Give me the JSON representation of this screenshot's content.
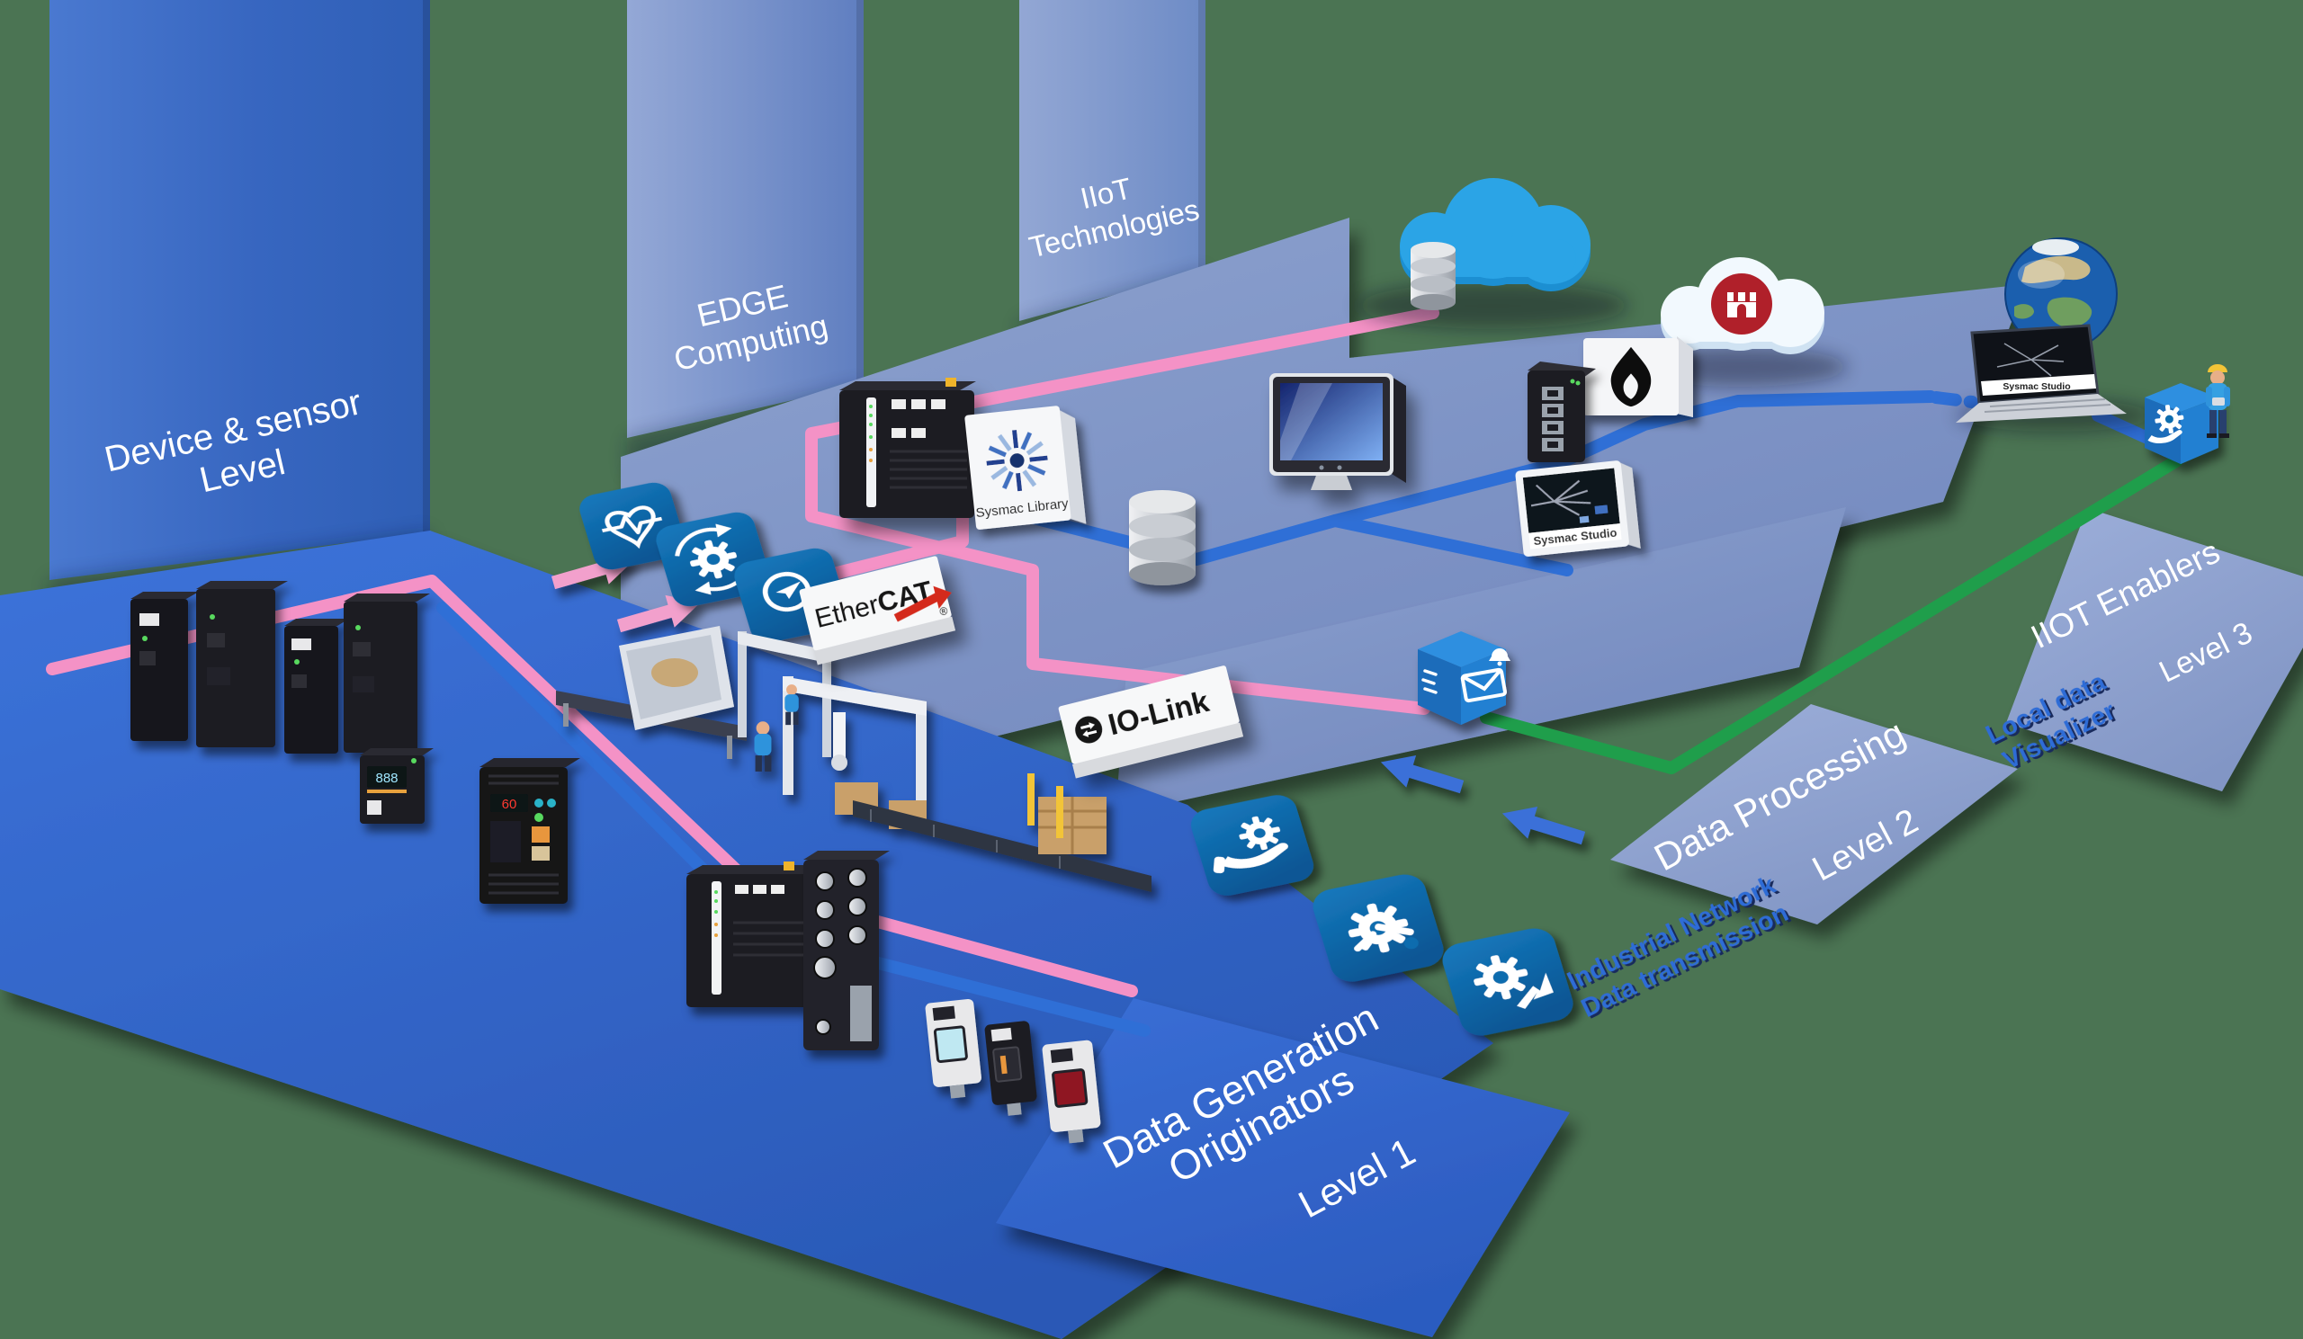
{
  "walls": {
    "wall1": {
      "line1": "Device & sensor",
      "line2": "Level"
    },
    "wall2": {
      "line1": "EDGE",
      "line2": "Computing"
    },
    "wall3": {
      "line1": "IIoT",
      "line2": "Technologies"
    }
  },
  "floors": {
    "level1": {
      "line1": "Data Generation",
      "line2": "Originators",
      "level": "Level 1"
    },
    "level2": {
      "title": "Data Processing",
      "level": "Level 2"
    },
    "level3": {
      "title": "IIOT Enablers",
      "level": "Level 3"
    }
  },
  "annotations": {
    "industrial_network": {
      "line1": "Industrial Network",
      "line2": "Data transmission"
    },
    "local_data": {
      "line1": "Local data",
      "line2": "Visualizer"
    }
  },
  "signs": {
    "ethercat": {
      "prefix": "Ether",
      "bold": "CAT",
      "registered": "®"
    },
    "io_link": {
      "label": "IO-Link"
    }
  },
  "software": {
    "sysmac_library": "Sysmac Library",
    "sysmac_studio": "Sysmac Studio"
  },
  "icons": {
    "green_gap": [
      "heart-pulse-icon",
      "gear-sync-icon",
      "search-send-icon"
    ],
    "service_gap": [
      "hand-gear-icon",
      "gear-tools-icon",
      "gear-arrow-icon"
    ],
    "cubes": [
      "alarm-mail-cube-icon",
      "hand-gear-cube-icon"
    ],
    "cloud_row": [
      "cloud-icon",
      "database-icon",
      "flame-icon",
      "castle-badge-cloud-icon",
      "globe-icon",
      "laptop-icon"
    ]
  },
  "colors": {
    "background": "#4b7453",
    "wire_pink": "#f492c6",
    "wire_blue": "#2f6fd6",
    "wire_green": "#1f9e4b",
    "icon_blue": "#0e6cae",
    "floor_blue": "#2e63c8",
    "floor_periwinkle": "#8397c6"
  }
}
